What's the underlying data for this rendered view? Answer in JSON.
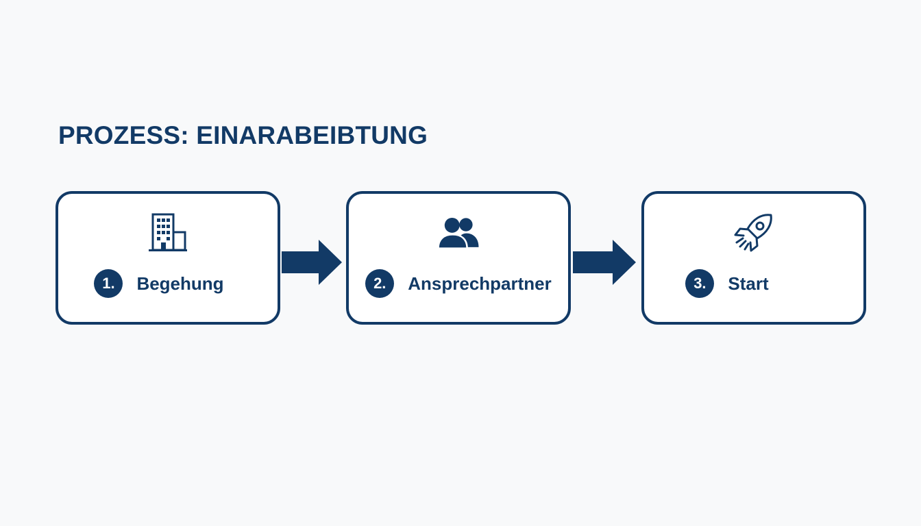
{
  "title": "PROZESS: EINARABEIBTUNG",
  "colors": {
    "primary": "#123a66",
    "background": "#f8f9fa",
    "box_fill": "#ffffff"
  },
  "steps": [
    {
      "number": "1.",
      "label": "Begehung",
      "icon": "building-icon"
    },
    {
      "number": "2.",
      "label": "Ansprechpartner",
      "icon": "people-icon"
    },
    {
      "number": "3.",
      "label": "Start",
      "icon": "rocket-icon"
    }
  ]
}
